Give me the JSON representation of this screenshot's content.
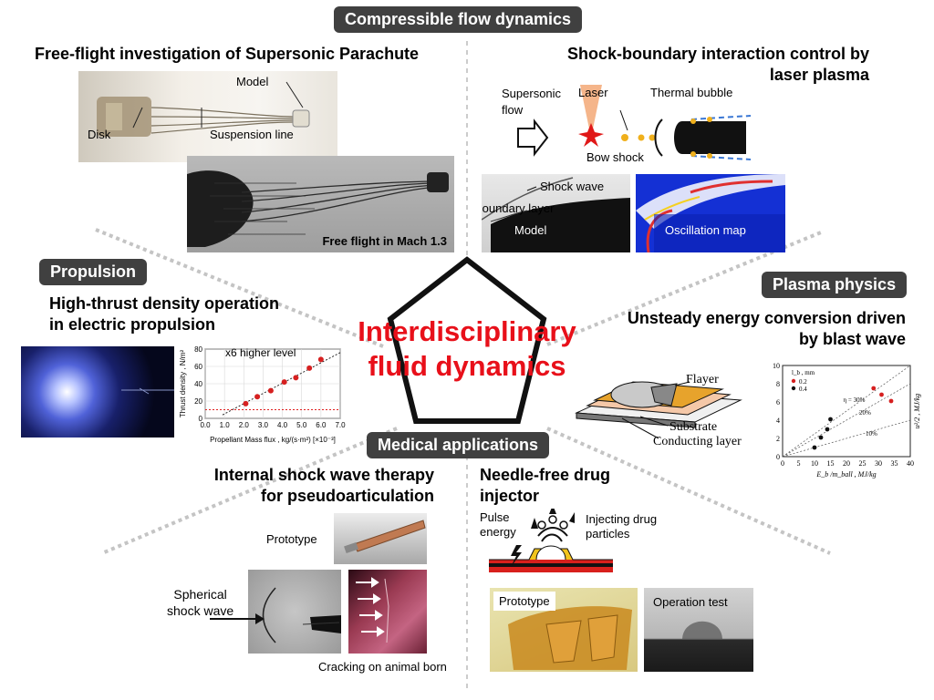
{
  "categories": {
    "compressible": "Compressible flow dynamics",
    "propulsion": "Propulsion",
    "plasma": "Plasma physics",
    "medical": "Medical applications"
  },
  "center_title": [
    "Interdisciplinary",
    "fluid dynamics"
  ],
  "parachute": {
    "title": "Free-flight investigation of Supersonic Parachute",
    "labels": {
      "model": "Model",
      "disk": "Disk",
      "suspension": "Suspension line"
    },
    "caption": "Free flight in Mach 1.3"
  },
  "laser": {
    "title": [
      "Shock-boundary interaction control by",
      "laser plasma"
    ],
    "labels": {
      "flow": [
        "Supersonic",
        "flow"
      ],
      "laser": "Laser",
      "bubble": "Thermal bubble",
      "bow": "Bow shock",
      "shockwave": "Shock wave",
      "boundary": "Boundary layer",
      "model": "Model",
      "osc": "Oscillation map"
    }
  },
  "propulsion": {
    "title": [
      "High-thrust density operation",
      "in electric propulsion"
    ],
    "chart_annotation": "x6 higher level"
  },
  "plasma": {
    "title": [
      "Unsteady energy conversion driven",
      "by blast wave"
    ],
    "labels": {
      "flayer": "Flayer",
      "substrate": "Substrate",
      "conducting": "Conducting layer"
    }
  },
  "shock_therapy": {
    "title": [
      "Internal shock wave therapy",
      "for pseudoarticulation"
    ],
    "labels": {
      "prototype": "Prototype",
      "spherical": [
        "Spherical",
        "shock wave"
      ],
      "cracking": "Cracking on animal born"
    }
  },
  "injector": {
    "title": [
      "Needle-free drug",
      "injector"
    ],
    "labels": {
      "pulse": [
        "Pulse",
        "energy"
      ],
      "injecting": [
        "Injecting drug",
        "particles"
      ],
      "prototype": "Prototype",
      "operation": "Operation test"
    }
  },
  "chart_data": [
    {
      "type": "scatter",
      "title": "",
      "xlabel": "Propellant Mass flux , kg/(s·m²) [×10⁻³]",
      "ylabel": "Thrust density , N/m²",
      "xlim": [
        0,
        7.0
      ],
      "ylim": [
        0,
        80
      ],
      "xticks": [
        "0.0",
        "1.0",
        "2.0",
        "3.0",
        "4.0",
        "5.0",
        "6.0",
        "7.0"
      ],
      "yticks": [
        "0",
        "20",
        "40",
        "60",
        "80"
      ],
      "series": [
        {
          "values": [
            [
              2.1,
              17
            ],
            [
              2.7,
              25
            ],
            [
              3.4,
              32
            ],
            [
              4.1,
              42
            ],
            [
              4.7,
              47
            ],
            [
              5.4,
              58
            ],
            [
              6.0,
              68
            ]
          ]
        }
      ],
      "reference_line": 10,
      "grid": true
    },
    {
      "type": "scatter",
      "title": "",
      "xlabel": "E_b /m_ball , MJ/kg",
      "ylabel": "u²/2 , MJ/kg",
      "xlim": [
        0,
        40
      ],
      "ylim": [
        0,
        10
      ],
      "xticks": [
        "0",
        "5",
        "10",
        "15",
        "20",
        "25",
        "30",
        "35",
        "40"
      ],
      "yticks": [
        "0",
        "2",
        "4",
        "6",
        "8",
        "10"
      ],
      "legend_title": "l_b , mm",
      "series": [
        {
          "name": "0.2",
          "color": "#d62020",
          "values": [
            [
              28.5,
              7.5
            ],
            [
              31,
              6.8
            ],
            [
              34,
              6.1
            ]
          ]
        },
        {
          "name": "0.4",
          "color": "#111111",
          "values": [
            [
              10,
              1.0
            ],
            [
              12,
              2.1
            ],
            [
              14,
              3.0
            ],
            [
              15,
              4.1
            ]
          ]
        }
      ],
      "efficiency_labels": [
        "η = 30%",
        "20%",
        "10%"
      ],
      "legend_position": "top-left"
    }
  ]
}
